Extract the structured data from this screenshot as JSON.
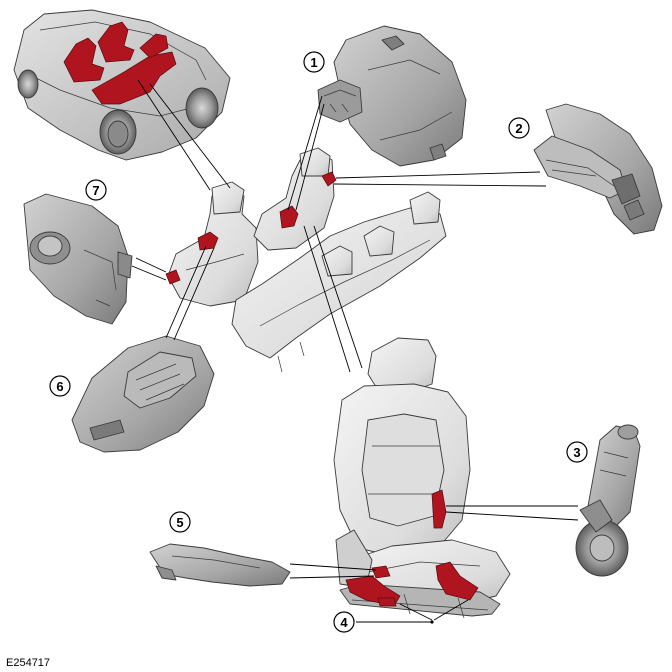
{
  "figure": {
    "reference_code": "E254717"
  },
  "callouts": [
    {
      "number": "1"
    },
    {
      "number": "2"
    },
    {
      "number": "3"
    },
    {
      "number": "4"
    },
    {
      "number": "5"
    },
    {
      "number": "6"
    },
    {
      "number": "7"
    }
  ],
  "colors": {
    "highlight": "#b0141e",
    "component_fill": "#a8a8a8",
    "seat_fill": "#e6e6e6",
    "vehicle_fill": "#d4d4d4",
    "outline": "#3a3a3a",
    "background": "#ffffff"
  }
}
